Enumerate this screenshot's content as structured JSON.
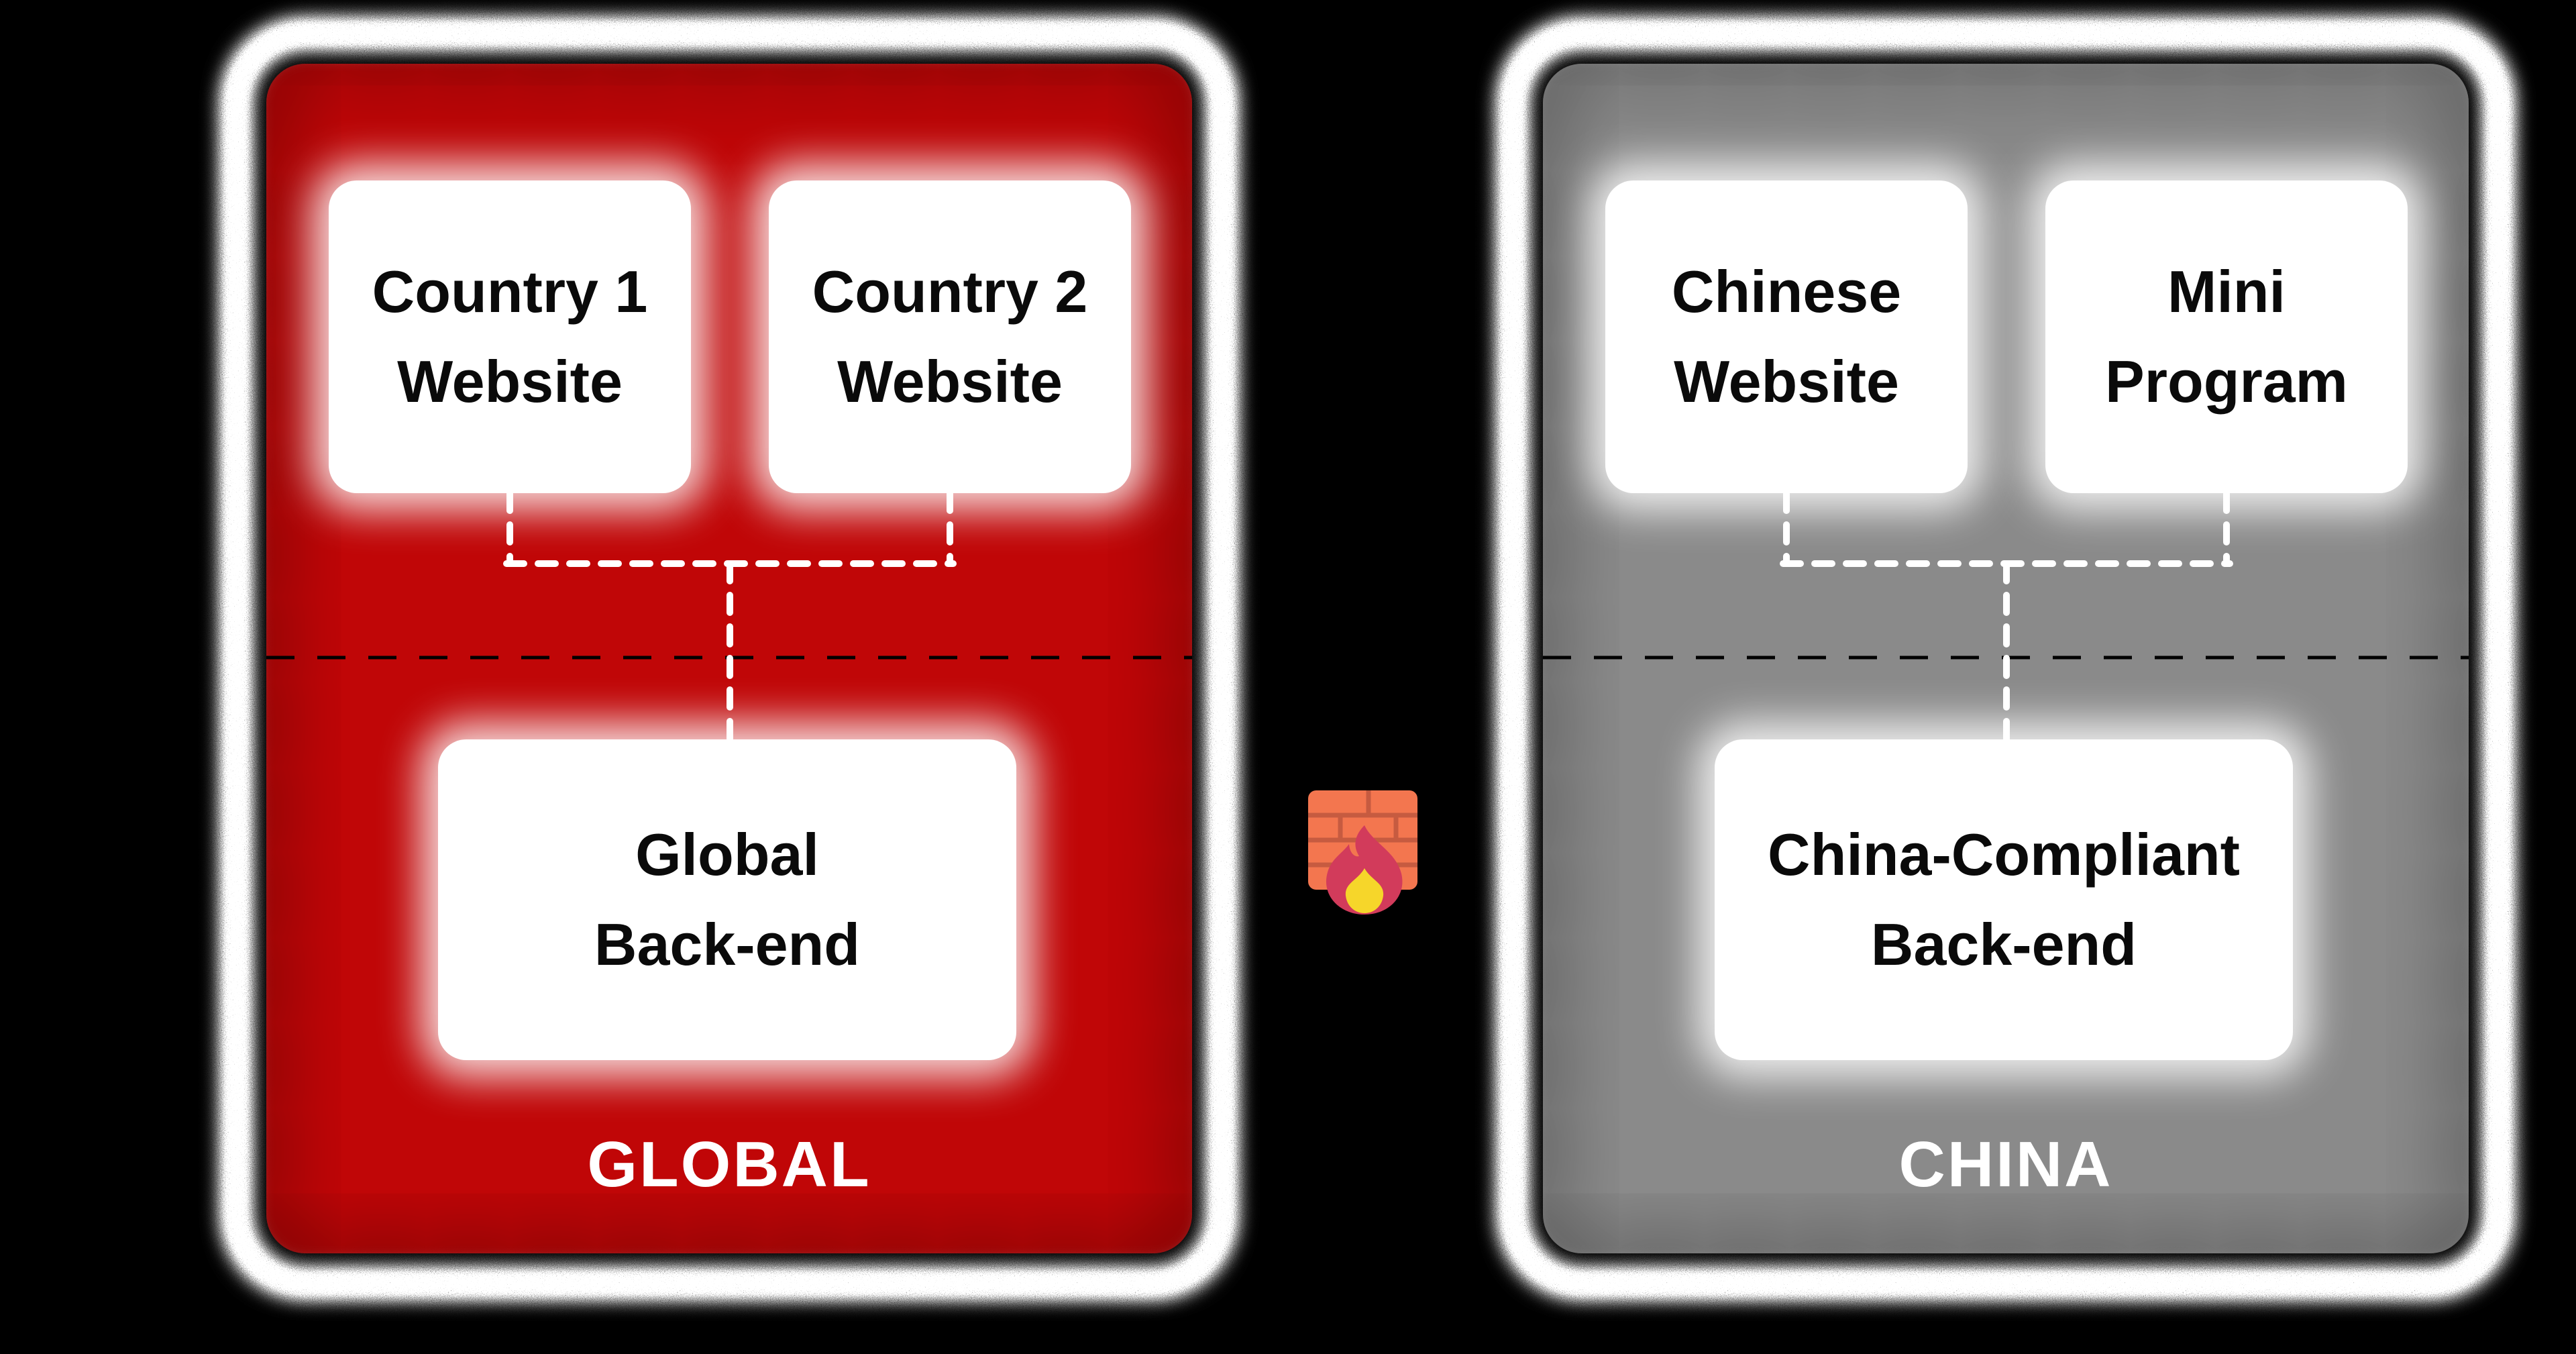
{
  "background": "#000000",
  "panels": [
    {
      "name": "global",
      "label": "GLOBAL",
      "fill": "#c00607",
      "label_color": "#ffffff",
      "top_boxes": [
        {
          "lines": [
            "Country 1",
            "Website"
          ]
        },
        {
          "lines": [
            "Country 2",
            "Website"
          ]
        }
      ],
      "backend_box": {
        "lines": [
          "Global",
          "Back-end"
        ]
      }
    },
    {
      "name": "china",
      "label": "CHINA",
      "fill": "#8a8a8a",
      "label_color": "#ffffff",
      "top_boxes": [
        {
          "lines": [
            "Chinese",
            "Website"
          ]
        },
        {
          "lines": [
            "Mini",
            "Program"
          ]
        }
      ],
      "backend_box": {
        "lines": [
          "China-Compliant",
          "Back-end"
        ]
      }
    }
  ],
  "node_text_color": "#0a0a0a",
  "node_fill": "#ffffff",
  "connectors": {
    "color": "#ffffff",
    "style": "dashed"
  },
  "divider": {
    "color": "#000000",
    "style": "dashed"
  },
  "halo_color": "#ffffff",
  "firewall_icon": {
    "meaning": "firewall",
    "brick_fill": "#f3764f",
    "mortar_color": "#c65b40",
    "flame_outer": "#d23b5b",
    "flame_inner": "#f6d62a"
  }
}
